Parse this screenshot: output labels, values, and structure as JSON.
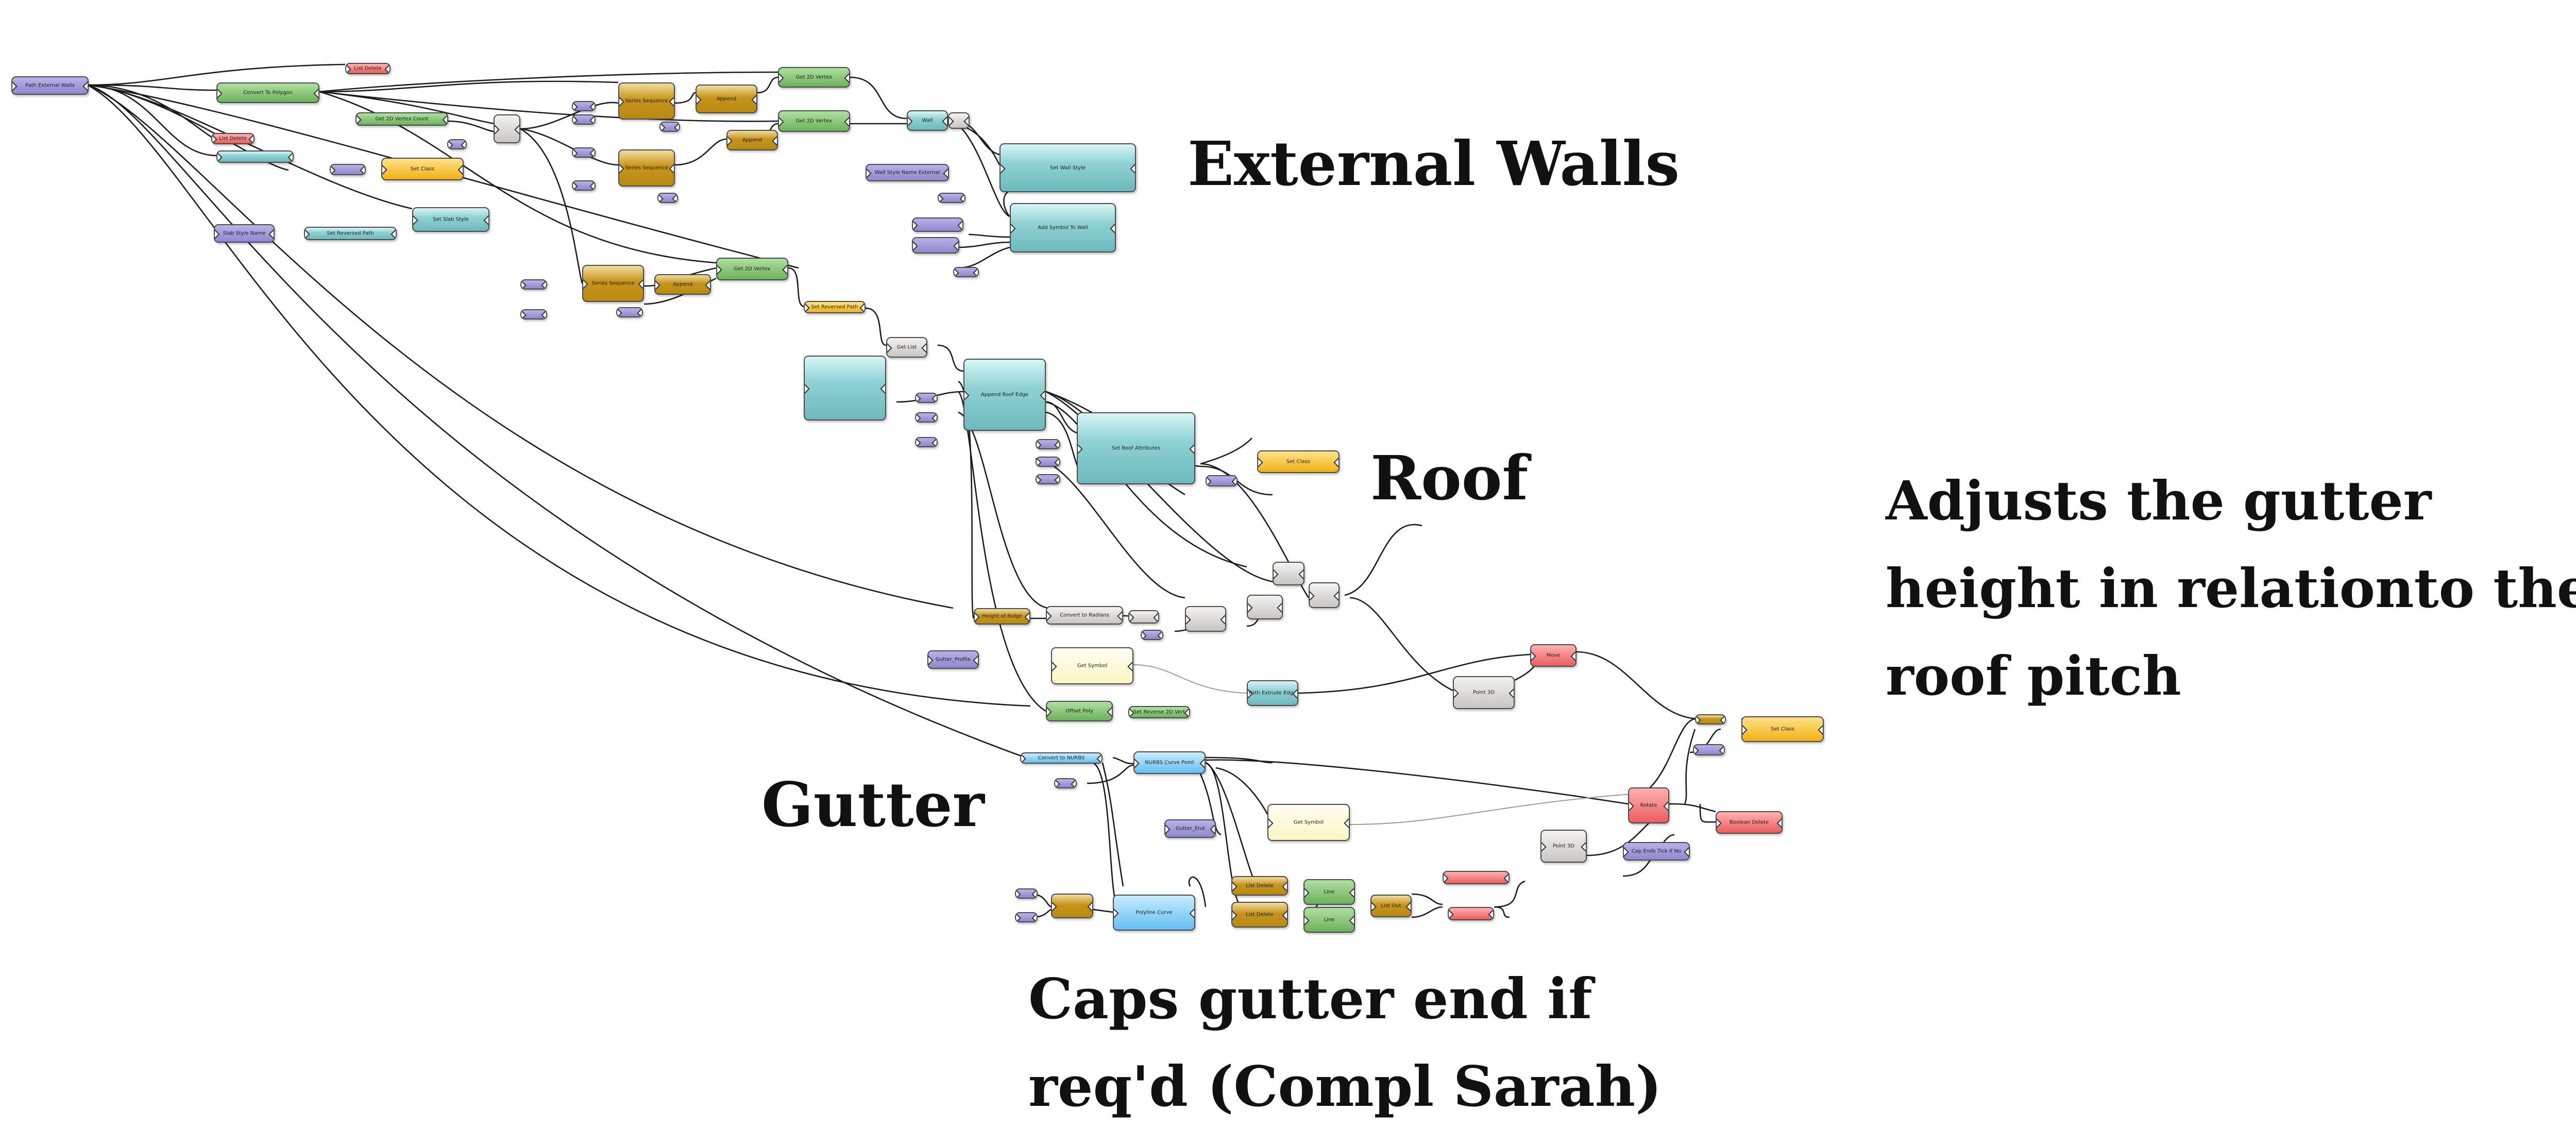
{
  "annotations": {
    "external_walls": "External Walls",
    "roof": "Roof",
    "gutter": "Gutter",
    "gutter_height_line1": "Adjusts the gutter",
    "gutter_height_line2": "height in relationto the",
    "gutter_height_line3": "roof pitch",
    "caps_line1": "Caps gutter end if",
    "caps_line2": "req'd (Compl Sarah)"
  },
  "nodes": {
    "path_external_walls": "Path External Walls",
    "convert_to_polygon": "Convert To Polygon",
    "list_delete_1": "List Delete",
    "get_2d_vertex_count": "Get 2D Vertex Count",
    "get_2d_vertex_1": "Get 2D Vertex",
    "get_2d_vertex_2": "Get 2D Vertex",
    "get_2d_vertex_3": "Get 2D Vertex",
    "series_sequence_1": "Series Sequence",
    "series_sequence_2": "Series Sequence",
    "series_sequence_3": "Series Sequence",
    "append_1": "Append",
    "append_2": "Append",
    "append_3": "Append",
    "wall": "Wall",
    "set_wall_style": "Set Wall Style",
    "wall_style_name": "Wall Style Name External",
    "add_symbol_to_wall": "Add Symbol To Wall",
    "set_class_1": "Set Class",
    "set_slab_style": "Set Slab Style",
    "slab_style_name": "Slab Style Name",
    "list_delete_2": "List Delete",
    "set_reversed_path": "Set Reversed Path",
    "get_list": "Get List",
    "append_roof_edge": "Append Roof Edge",
    "set_roof_attributes": "Set Roof Attributes",
    "set_class_2": "Set Class",
    "height_of_ridge": "Height of Ridge",
    "convert_to_radians": "Convert to Radians",
    "gutter_profile": "Gutter_Profile",
    "get_symbol_1": "Get Symbol",
    "path_extrude_edge": "Path Extrude Edge",
    "offset_poly": "Offset Poly",
    "set_reverse_2d": "Set Reverse 2D Vert",
    "point_3d_1": "Point 3D",
    "move": "Move",
    "set_class_3": "Set Class",
    "convert_to_nurbs": "Convert to NURBS",
    "nurbs_curve_point": "NURBS Curve Point",
    "gutter_end": "Gutter_End",
    "get_symbol_2": "Get Symbol",
    "cap_ends": "Cap Ends Tick If No",
    "rotate": "Rotate",
    "boolean_delete": "Boolean Delete",
    "point_3d_2": "Point 3D",
    "polyline_curve": "Polyline Curve",
    "list_delete_3": "List Delete",
    "list_delete_4": "List Delete",
    "list_out": "List Out",
    "line_1": "Line",
    "line_2": "Line"
  }
}
